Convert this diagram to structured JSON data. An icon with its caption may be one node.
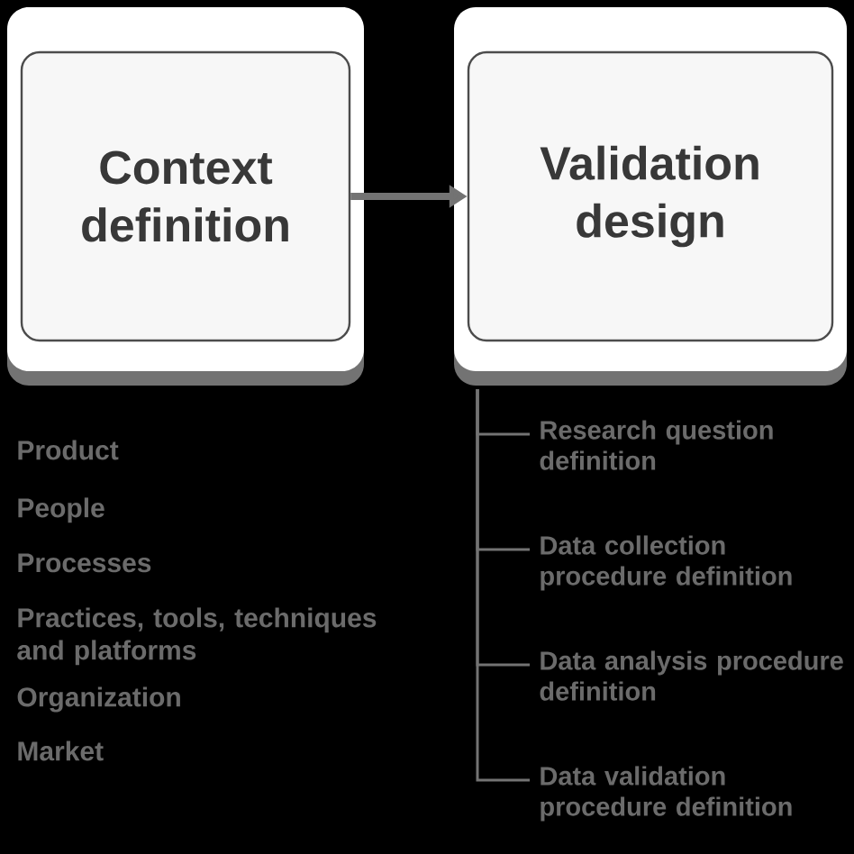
{
  "diagram": {
    "nodes": [
      {
        "text": [
          "Context definition"
        ]
      },
      {
        "text": [
          "Validation design"
        ]
      },
      {
        "text": [
          "Research question definition"
        ]
      },
      {
        "text": [
          "Data collection procedure definition"
        ]
      },
      {
        "text": [
          "Data analysis procedure definition"
        ]
      },
      {
        "text": [
          "Data validation procedure definition"
        ]
      }
    ],
    "edges": [
      {
        "from": 0,
        "to": 1,
        "arrow": "to",
        "style": "thick"
      },
      {
        "from": 1,
        "to": 2,
        "arrow": "none"
      },
      {
        "from": 1,
        "to": 3,
        "arrow": "none"
      },
      {
        "from": 1,
        "to": 4,
        "arrow": "none"
      },
      {
        "from": 1,
        "to": 5,
        "arrow": "none"
      }
    ],
    "labels": [
      "Product",
      "People",
      "Processes",
      "Practices, tools, techniques and platforms",
      "Organization",
      "Market"
    ]
  }
}
